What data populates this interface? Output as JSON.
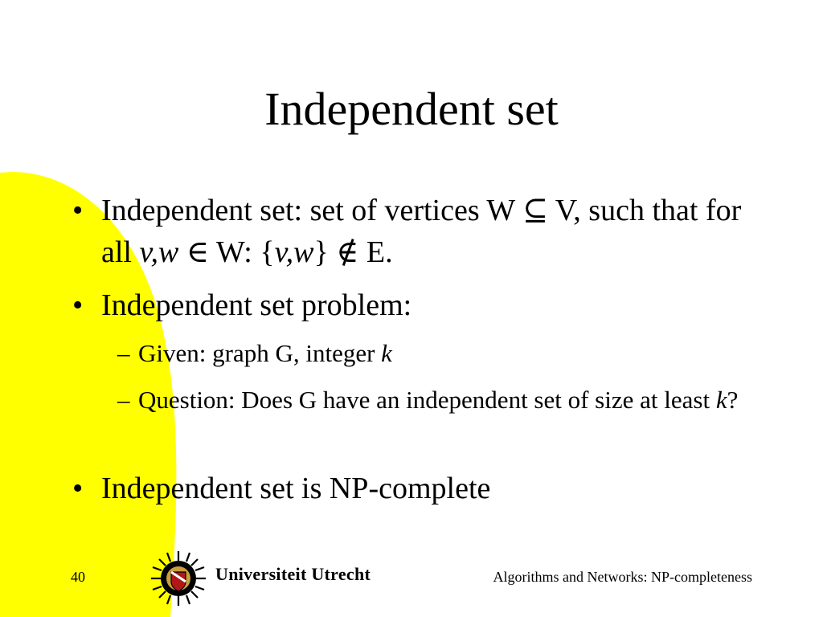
{
  "slide": {
    "title": "Independent set",
    "b1": {
      "lead": "Independent set: set of vertices W ",
      "subset": "⊆",
      "mid1": " V, such that for all ",
      "vw": "v,w",
      "elem": " ∈ ",
      "mid2": "W: {",
      "vw2": "v,w",
      "mid3": "} ",
      "notelem": "∉",
      "tail": " E."
    },
    "b2": "Independent set problem:",
    "s1": {
      "text": "Given: graph G, integer ",
      "var": "k"
    },
    "s2": {
      "text": "Question: Does G have an independent set of size at least ",
      "var": "k",
      "tail": "?"
    },
    "b3": "Independent set is NP-complete",
    "bullet_char": "•",
    "dash_char": "–"
  },
  "footer": {
    "page_number": "40",
    "university": "Universiteit Utrecht",
    "course": "Algorithms and Networks: NP-completeness"
  },
  "colors": {
    "accent": "#ffff00",
    "background": "#ffffff"
  },
  "icons": {
    "logo": "utrecht-sun-seal-icon"
  }
}
